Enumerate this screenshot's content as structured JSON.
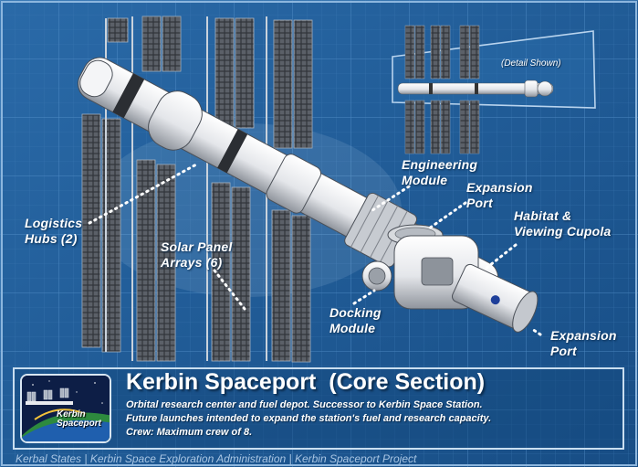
{
  "detail_caption": "(Detail Shown)",
  "labels": {
    "logistics": "Logistics\nHubs (2)",
    "solar": "Solar Panel\nArrays (6)",
    "engineering": "Engineering\nModule",
    "expansion_top": "Expansion\nPort",
    "habitat": "Habitat &\nViewing Cupola",
    "docking": "Docking\nModule",
    "expansion_bottom": "Expansion\nPort"
  },
  "emblem": {
    "text": "Kerbin\nSpaceport",
    "icon": "mission-patch-icon"
  },
  "panel": {
    "title": "Kerbin Spaceport  (Core Section)",
    "line1": "Orbital research center and fuel depot.  Successor to Kerbin Space Station.",
    "line2": "Future launches intended to expand the station's fuel and research capacity.",
    "line3": "Crew:  Maximum crew of 8."
  },
  "footer": "Kerbal States | Kerbin Space Exploration Administration | Kerbin Spaceport Project",
  "colors": {
    "background": "#1f5c97",
    "grid": "#4f8cc7",
    "text": "#ffffff",
    "footer_text": "#a9c6e4"
  }
}
